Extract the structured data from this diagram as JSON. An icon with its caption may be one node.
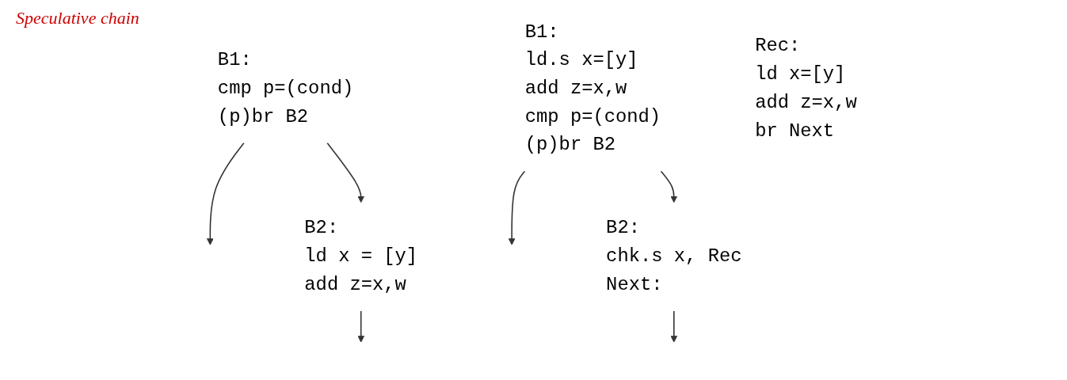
{
  "diagram": {
    "nodes": [
      {
        "text": [
          "B1:",
          "cmp p=(cond)",
          "(p)br B2"
        ]
      },
      {
        "text": [
          "B2:",
          "ld x = [y]",
          "add z=x,w"
        ]
      },
      {
        "text": [
          "B1:",
          "ld.s x=[y]",
          "add z=x,w",
          "cmp p=(cond)",
          "(p)br B2"
        ]
      },
      {
        "text": [
          "B2:",
          "chk.s x, Rec",
          "Next:"
        ]
      },
      {
        "text": [
          "Rec:",
          "ld x=[y]",
          "add z=x,w",
          "br Next"
        ]
      }
    ],
    "edges": [
      {
        "from": 0,
        "to": null,
        "arrow": "to"
      },
      {
        "from": 0,
        "to": 1,
        "arrow": "to"
      },
      {
        "from": 1,
        "to": null,
        "arrow": "to"
      },
      {
        "from": 2,
        "to": null,
        "arrow": "to"
      },
      {
        "from": 2,
        "to": 3,
        "arrow": "to"
      },
      {
        "from": 3,
        "to": null,
        "arrow": "to"
      }
    ],
    "labels": [
      "Speculative chain"
    ]
  }
}
